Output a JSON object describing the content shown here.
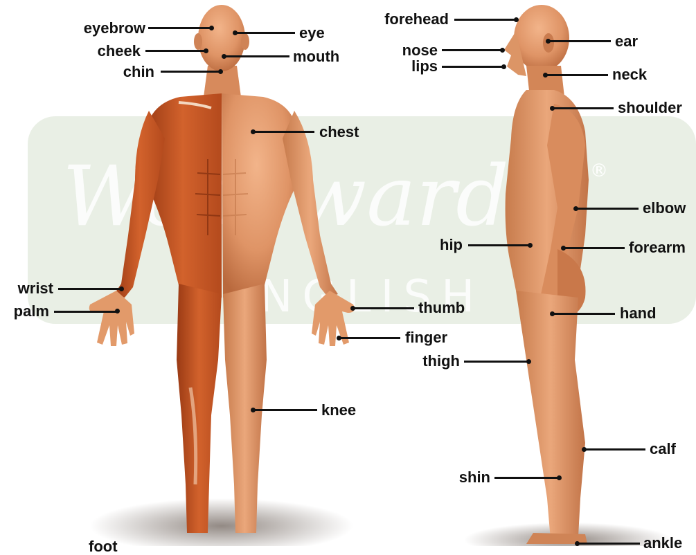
{
  "watermark": {
    "script_text": "Woodward",
    "sub_text": "ENGLISH",
    "registered_mark": "®"
  },
  "labels": {
    "eyebrow": "eyebrow",
    "eye": "eye",
    "cheek": "cheek",
    "mouth": "mouth",
    "chin": "chin",
    "chest": "chest",
    "wrist": "wrist",
    "palm": "palm",
    "thumb": "thumb",
    "finger": "finger",
    "knee": "knee",
    "foot": "foot",
    "forehead": "forehead",
    "ear": "ear",
    "nose": "nose",
    "lips": "lips",
    "neck": "neck",
    "shoulder": "shoulder",
    "elbow": "elbow",
    "hip": "hip",
    "forearm": "forearm",
    "hand": "hand",
    "thigh": "thigh",
    "calf": "calf",
    "shin": "shin",
    "ankle": "ankle"
  },
  "colors": {
    "skin": "#e39a6b",
    "skin_shadow": "#b86a3f",
    "muscle": "#c8521f",
    "muscle_dark": "#8f3512",
    "watermark_band": "#e8eee4",
    "text": "#111111"
  }
}
